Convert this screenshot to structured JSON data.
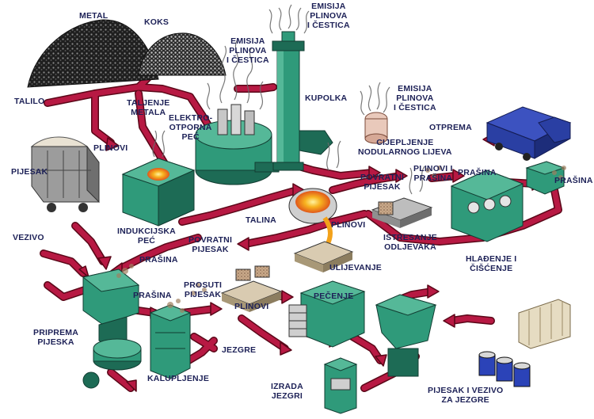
{
  "colors": {
    "flow": "#b71943",
    "flow_edge": "#5a0718",
    "machine": "#2f9a7a",
    "machine_dark": "#1d6b55",
    "machine_light": "#55b898",
    "molten": "#f3a21b",
    "label": "#1d2157",
    "truck": "#2a3fa3",
    "barrel": "#2b43b8",
    "pile_dark": "#1f1f1f",
    "pile_light": "#8d8d8d"
  },
  "icons": [
    "metal-pile-icon",
    "coke-pile-icon",
    "railcar-icon",
    "truck-icon",
    "barrels-icon",
    "sacks-icon",
    "emission-plume-icon"
  ],
  "labels": {
    "metal": "METAL",
    "koks": "KOKS",
    "talilo": "TALILO",
    "taljenje_metala": "TALJENJE\nMETALA",
    "emisija_1": "EMISIJA\nPLINOVA\nI ČESTICA",
    "emisija_2": "EMISIJA\nPLINOVA\nI ČESTICA",
    "emisija_3": "EMISIJA\nPLINOVA\nI ČESTICA",
    "kupolka": "KUPOLKA",
    "elektrootporna_pec": "ELEKTRO-\nOTPORNA\nPEĆ",
    "plinovi_1": "PLINOVI",
    "plinovi_2": "PLINOVI",
    "plinovi_3": "PLINOVI",
    "plinovi_i_prasina": "PLINOVI I\nPRAŠINA",
    "cijepljenje": "CIJEPLJENJE\nNODULARNOG LIJEVA",
    "otprema": "OTPREMA",
    "prasina_1": "PRAŠINA",
    "prasina_2": "PRAŠINA",
    "prasina_3": "PRAŠINA",
    "prasina_4": "PRAŠINA",
    "pijesak": "PIJESAK",
    "povratni_pijesak_1": "POVRATNI\nPIJESAK",
    "povratni_pijesak_2": "POVRATNI\nPIJESAK",
    "talina": "TALINA",
    "indukcijska_pec": "INDUKCIJSKA\nPEĆ",
    "istresanje": "ISTRESANJE\nODLJEVAKA",
    "hladjenje": "HLAĐENJE I\nČIŠĆENJE",
    "vezivo": "VEZIVO",
    "ulijevanje": "ULIJEVANJE",
    "prosuti_pijesak": "PROSUTI\nPIJESAK",
    "pecenje": "PEČENJE",
    "priprema_pijeska": "PRIPREMA\nPIJESKA",
    "jezgre": "JEZGRE",
    "kalupljenje": "KALUPLJENJE",
    "izrada_jezgri": "IZRADA\nJEZGRI",
    "pijesak_vezivo_jezgre": "PIJESAK I VEZIVO\nZA JEZGRE"
  }
}
